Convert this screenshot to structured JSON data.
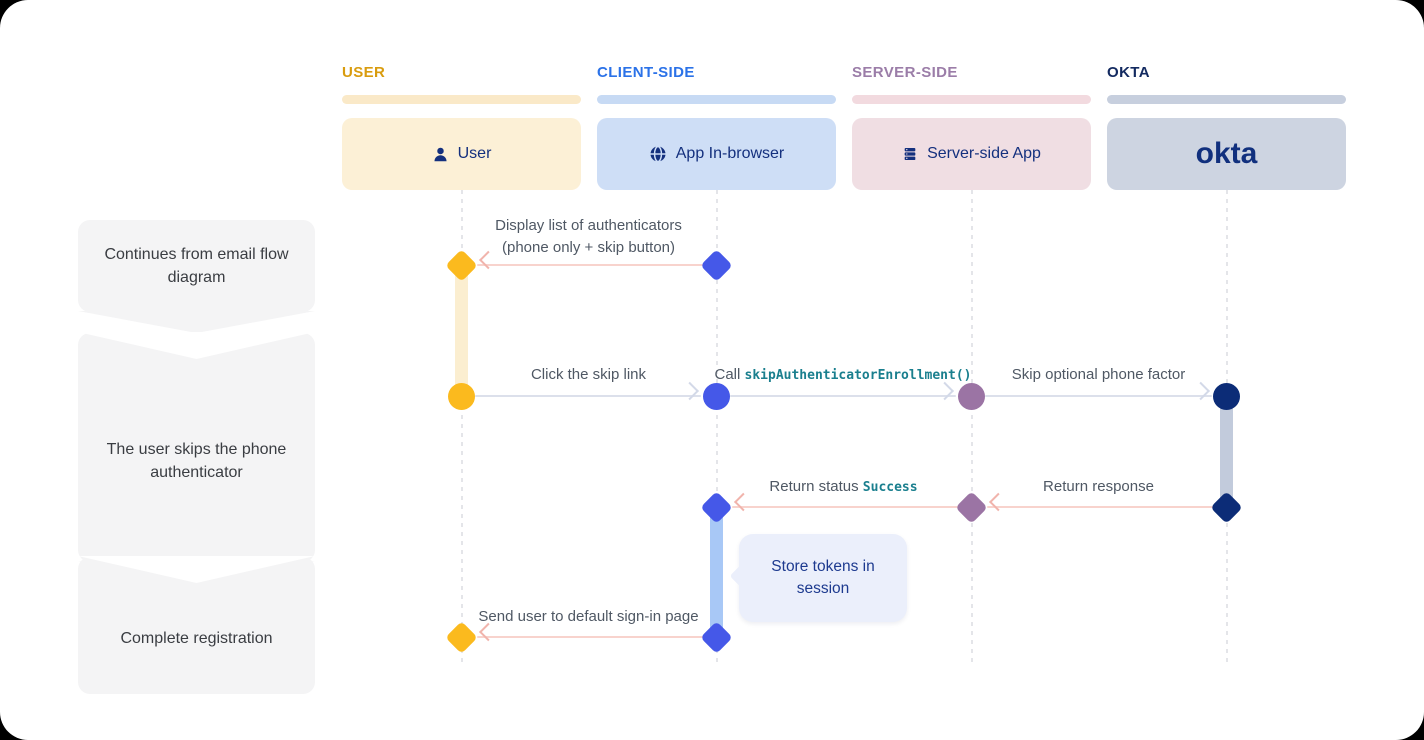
{
  "steps": [
    {
      "label": "Continues from email flow diagram"
    },
    {
      "label": "The user skips the phone authenticator"
    },
    {
      "label": "Complete registration"
    }
  ],
  "lanes": [
    {
      "header": "USER",
      "label": "User",
      "icon": "person-icon",
      "header_color": "#D99C0E",
      "bar_color": "#FAE9C8",
      "card_bg": "#FCF0D6"
    },
    {
      "header": "CLIENT-SIDE",
      "label": "App In-browser",
      "icon": "globe-icon",
      "header_color": "#2B72E8",
      "bar_color": "#C7DAF4",
      "card_bg": "#CEDEF6"
    },
    {
      "header": "SERVER-SIDE",
      "label": "Server-side App",
      "icon": "server-icon",
      "header_color": "#9B7DA8",
      "bar_color": "#F2DADF",
      "card_bg": "#F0DEE3"
    },
    {
      "header": "OKTA",
      "label": "okta",
      "icon": "okta-logo",
      "header_color": "#132A60",
      "bar_color": "#C7CFDE",
      "card_bg": "#CDD4E1"
    }
  ],
  "messages": [
    {
      "line1": "Display list of authenticators",
      "line2": "(phone only + skip button)"
    },
    {
      "text": "Click the skip link"
    },
    {
      "prefix": "Call ",
      "code": "skipAuthenticatorEnrollment()"
    },
    {
      "text": "Skip optional phone factor"
    },
    {
      "prefix": "Return status ",
      "code": "Success"
    },
    {
      "text": "Return response"
    },
    {
      "text": "Send user to default sign-in page"
    }
  ],
  "note": {
    "text": "Store tokens in session"
  },
  "colors": {
    "node_yellow": "#FBBA1E",
    "node_blue": "#4558E8",
    "node_purple": "#9B74A4",
    "node_navy": "#0C2C77",
    "arrow_pink": "#F8D3CD",
    "arrow_gray": "#DCE0EB",
    "code_teal": "#1A7F8E",
    "activation_yellow": "#FBEED0",
    "activation_blue": "#A8C8F6",
    "activation_gray_blue": "#C2CBDC",
    "note_bg": "#EBEFFB",
    "step_panel_bg": "#F4F4F5"
  }
}
